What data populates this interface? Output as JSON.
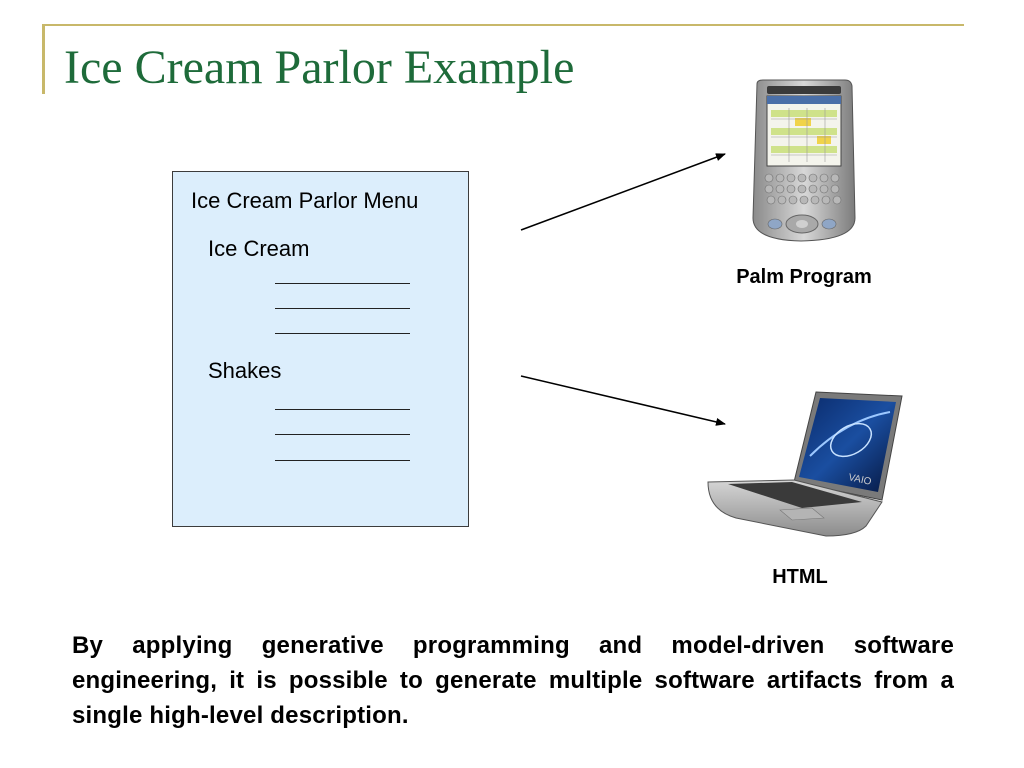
{
  "slide": {
    "title": "Ice Cream Parlor Example",
    "accent_color": "#1e6b3a",
    "frame_color": "#c8b86a"
  },
  "menu": {
    "title": "Ice Cream Parlor Menu",
    "background_color": "#dceefc",
    "sections": [
      {
        "label": "Ice Cream",
        "blank_lines": 3
      },
      {
        "label": "Shakes",
        "blank_lines": 3
      }
    ]
  },
  "outputs": [
    {
      "label": "Palm Program",
      "icon": "pda-icon"
    },
    {
      "label": "HTML",
      "icon": "laptop-icon"
    }
  ],
  "description": "By applying generative programming and model-driven software engineering, it is possible to generate multiple software artifacts from a single high-level description."
}
